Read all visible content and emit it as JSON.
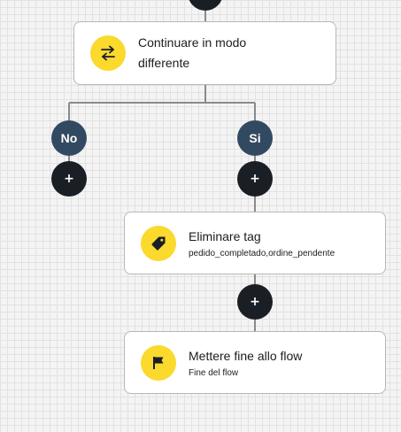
{
  "nodes": {
    "continue": {
      "title": "Continuare in modo differente",
      "icon": "swap-arrows-icon"
    },
    "branch_no": {
      "label": "No"
    },
    "branch_si": {
      "label": "Si"
    },
    "remove_tag": {
      "title": "Eliminare tag",
      "subtitle": "pedido_completado,ordine_pendente",
      "icon": "tag-icon"
    },
    "end_flow": {
      "title": "Mettere fine allo flow",
      "subtitle": "Fine del flow",
      "icon": "flag-icon"
    }
  },
  "add_button": {
    "glyph": "+"
  },
  "colors": {
    "accent": "#fbd92d",
    "branch": "#324a61",
    "dark": "#1a1f26",
    "connector": "#8a8a8a"
  }
}
